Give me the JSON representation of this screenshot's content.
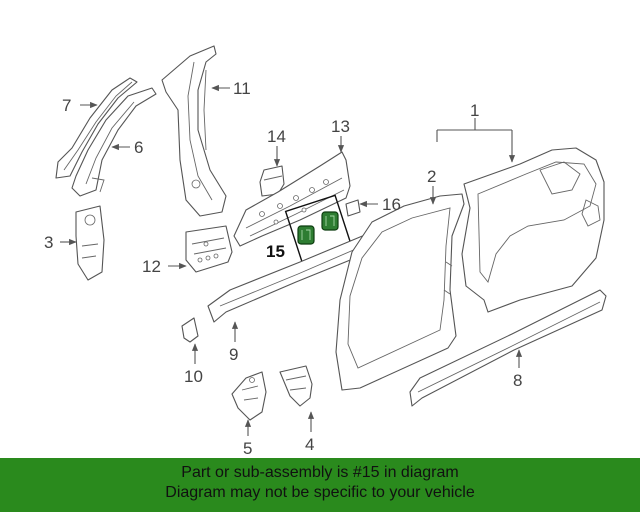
{
  "diagram": {
    "callouts": {
      "c1": "1",
      "c2": "2",
      "c3": "3",
      "c4": "4",
      "c5": "5",
      "c6": "6",
      "c7": "7",
      "c8": "8",
      "c9": "9",
      "c10": "10",
      "c11": "11",
      "c12": "12",
      "c13": "13",
      "c14": "14",
      "c15": "15",
      "c16": "16"
    },
    "highlighted_part": "15",
    "highlight_color": "#2e7d32"
  },
  "banner": {
    "line1": "Part or sub-assembly is #15 in diagram",
    "line2": "Diagram may not be specific to your vehicle",
    "background": "#2a8a1d"
  }
}
